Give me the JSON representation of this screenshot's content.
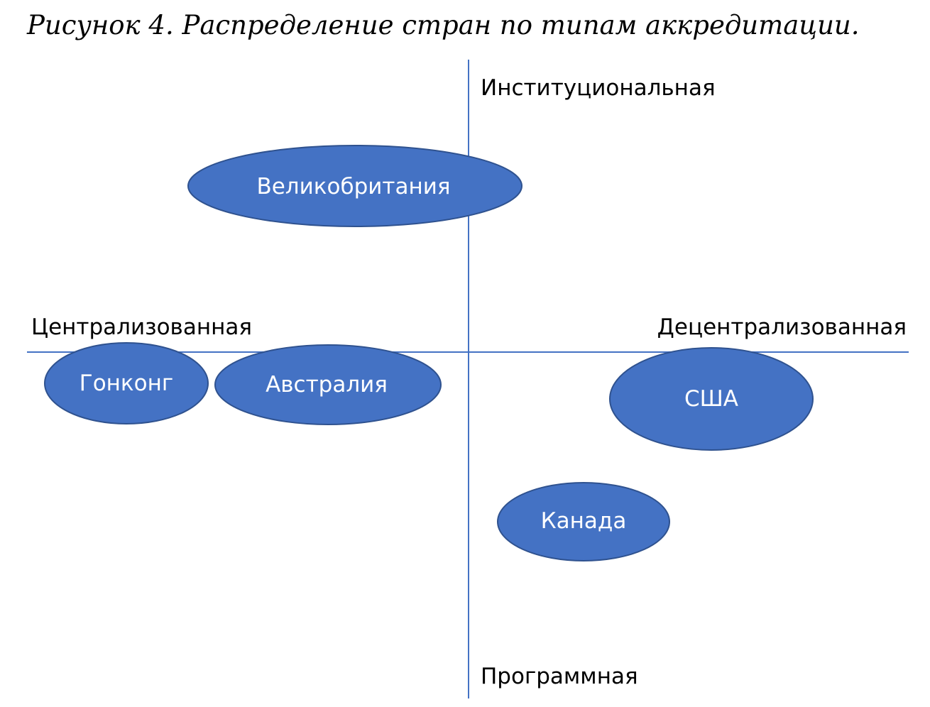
{
  "figure": {
    "caption": "Рисунок 4. Распределение стран по типам аккредитации."
  },
  "axes": {
    "top_label": "Институциональная",
    "bottom_label": "Программная",
    "left_label": "Централизованная",
    "right_label": "Децентрализованная",
    "line_color": "#4472C4"
  },
  "nodes": {
    "fill_color": "#4472C4",
    "stroke_color": "#2F528F",
    "items": [
      {
        "id": "uk",
        "label": "Великобритания"
      },
      {
        "id": "hong-kong",
        "label": "Гонконг"
      },
      {
        "id": "australia",
        "label": "Австралия"
      },
      {
        "id": "usa",
        "label": "США"
      },
      {
        "id": "canada",
        "label": "Канада"
      }
    ]
  }
}
